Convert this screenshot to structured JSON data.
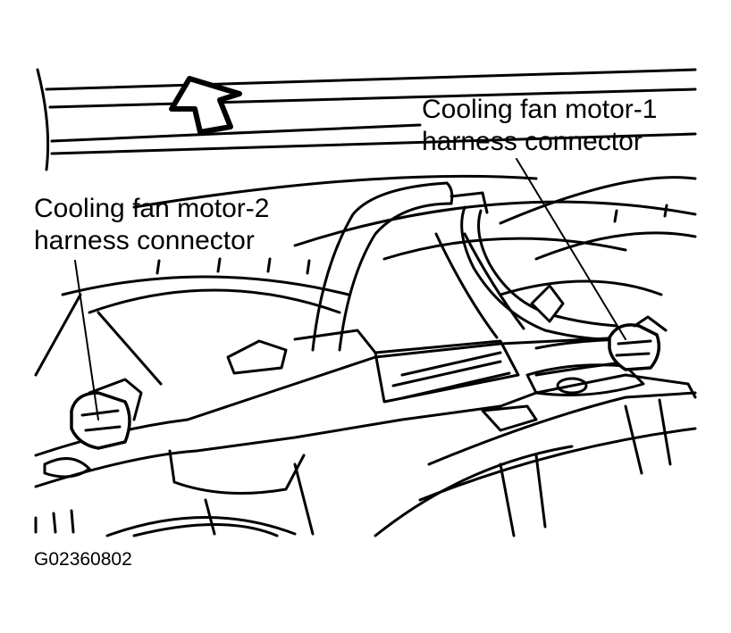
{
  "labels": {
    "motor1": {
      "line1": "Cooling fan motor-1",
      "line2": "harness connector"
    },
    "motor2": {
      "line1": "Cooling fan motor-2",
      "line2": "harness connector"
    }
  },
  "figure_code": "G02360802",
  "icons": {
    "front_arrow": "up-arrow-icon"
  },
  "colors": {
    "ink": "#000000",
    "paper": "#ffffff"
  }
}
